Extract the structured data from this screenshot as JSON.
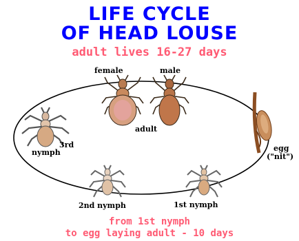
{
  "title": {
    "line1": "LIFE CYCLE",
    "line2": "OF HEAD LOUSE"
  },
  "subtitle": "adult lives 16-27 days",
  "labels": {
    "female": "female",
    "male": "male",
    "adult": "adult",
    "third_nymph_line1": "3rd",
    "third_nymph_line2": "nymph",
    "egg_line1": "egg",
    "egg_line2": "(\"nit\")",
    "second_nymph": "2nd nymph",
    "first_nymph": "1st nymph"
  },
  "footnote": {
    "line1": "from 1st nymph",
    "line2": "to egg laying adult - 10 days"
  },
  "colors": {
    "title": "#0000ff",
    "subtitle": "#ff5a73",
    "louse_body": "#c98a5e",
    "egg": "#b5703a",
    "cycle_line": "#000000"
  }
}
